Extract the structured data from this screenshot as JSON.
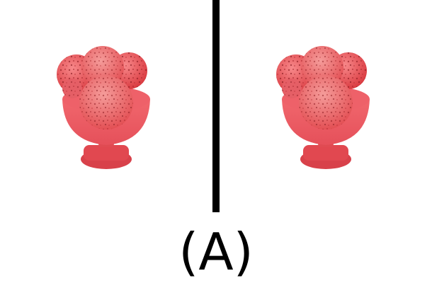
{
  "caption": "(A)",
  "panels": [
    {
      "name": "left",
      "subject": "red-dessert-cup-image"
    },
    {
      "name": "right",
      "subject": "red-dessert-cup-image"
    }
  ],
  "colors": {
    "background": "#ffffff",
    "divider": "#000000",
    "bowl": "#ef5b62",
    "scoop_light": "#f06a6d",
    "scoop_dark": "#d9383e",
    "sprinkle": "#8e1c22",
    "base": "#e14850"
  }
}
